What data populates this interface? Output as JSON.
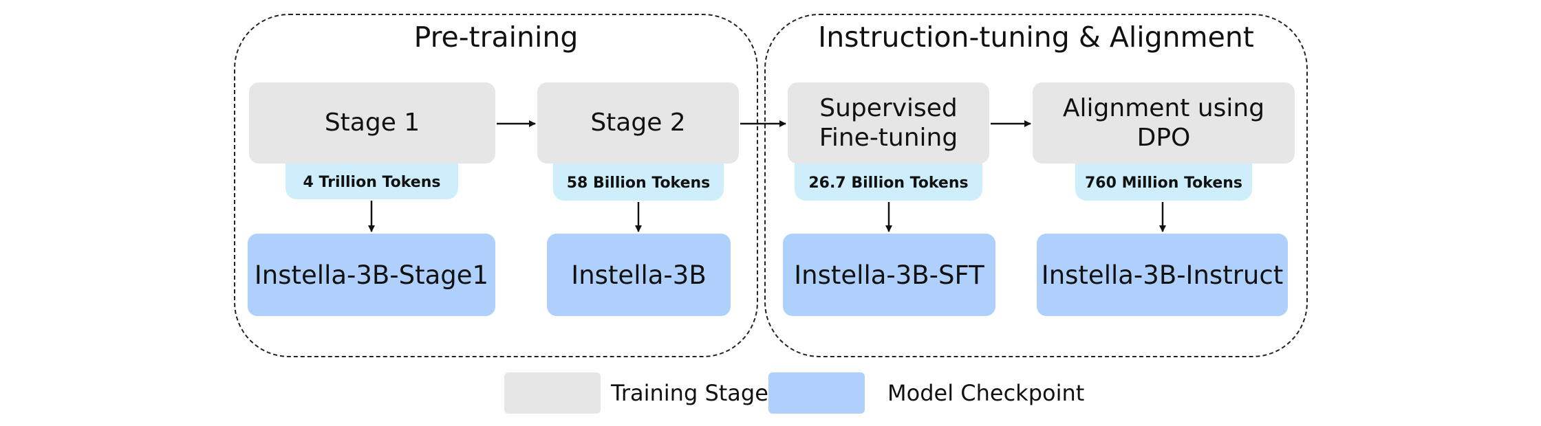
{
  "groups": {
    "pretraining": {
      "title": "Pre-training"
    },
    "instruction": {
      "title": "Instruction-tuning & Alignment"
    }
  },
  "stages": [
    {
      "label": "Stage 1",
      "tokens": "4 Trillion Tokens",
      "checkpoint": "Instella-3B-Stage1"
    },
    {
      "label": "Stage 2",
      "tokens": "58 Billion Tokens",
      "checkpoint": "Instella-3B"
    },
    {
      "label": "Supervised\nFine-tuning",
      "tokens": "26.7 Billion Tokens",
      "checkpoint": "Instella-3B-SFT"
    },
    {
      "label": "Alignment using DPO",
      "tokens": "760 Million Tokens",
      "checkpoint": "Instella-3B-Instruct"
    }
  ],
  "legend": {
    "training_stage": "Training Stage",
    "model_checkpoint": "Model Checkpoint"
  },
  "colors": {
    "training_stage": "#e6e6e6",
    "tokens": "#cdeefa",
    "model_checkpoint": "#afd0fc"
  }
}
